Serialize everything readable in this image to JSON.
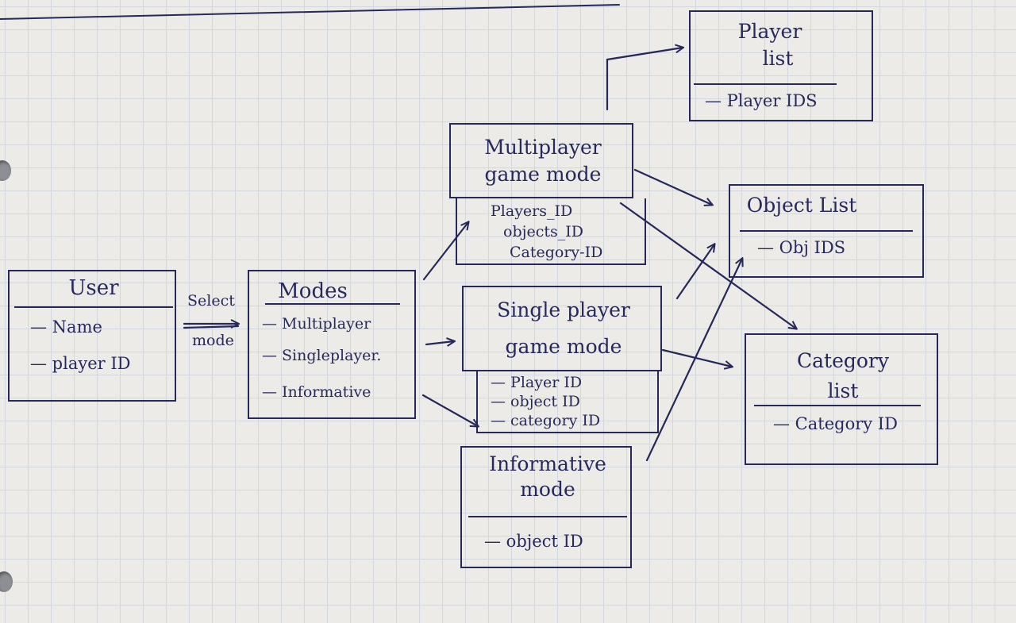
{
  "entities": {
    "user": {
      "title": "User",
      "attributes": [
        "— Name",
        "— player ID"
      ]
    },
    "modes": {
      "title": "Modes",
      "attributes": [
        "— Multiplayer",
        "— Singleplayer.",
        "— Informative"
      ]
    },
    "multiplayer": {
      "title_line1": "Multiplayer",
      "title_line2": "game mode",
      "attributes": [
        "Players_ID",
        "objects_ID",
        "Category-ID"
      ]
    },
    "singleplayer": {
      "title_line1": "Single player",
      "title_line2": "game mode",
      "attributes": [
        "— Player ID",
        "— object ID",
        "— category ID"
      ]
    },
    "informative": {
      "title_line1": "Informative",
      "title_line2": "mode",
      "attributes": [
        "— object ID"
      ]
    },
    "player_list": {
      "title_line1": "Player",
      "title_line2": "list",
      "attributes": [
        "— Player IDS"
      ]
    },
    "object_list": {
      "title": "Object List",
      "attributes": [
        "— Obj IDS"
      ]
    },
    "category_list": {
      "title_line1": "Category",
      "title_line2": "list",
      "attributes": [
        "— Category ID"
      ]
    }
  },
  "edge_labels": {
    "select_line1": "Select",
    "select_line2": "mode"
  },
  "colors": {
    "ink": "#26285a",
    "paper": "#ecebe7",
    "grid": "#d3d7de"
  }
}
